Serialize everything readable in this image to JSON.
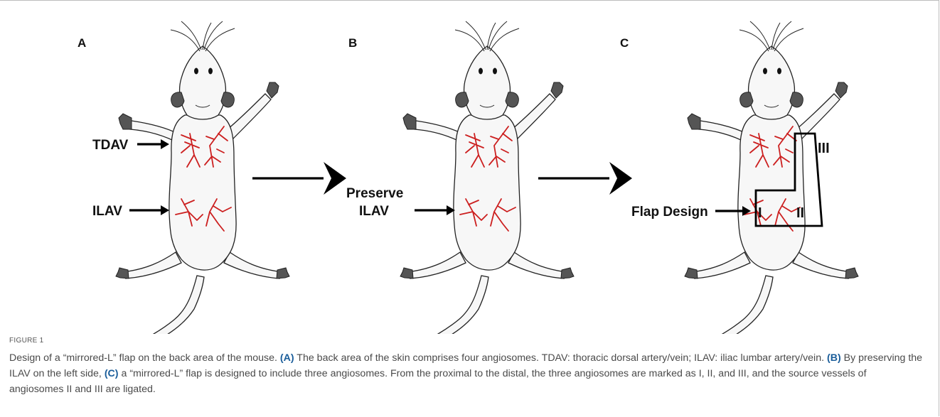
{
  "panels": [
    {
      "letter": "A",
      "labels": [
        "TDAV",
        "ILAV"
      ]
    },
    {
      "letter": "B",
      "labels": [
        "Preserve",
        "ILAV"
      ]
    },
    {
      "letter": "C",
      "labels": [
        "Flap Design"
      ],
      "roman": [
        "I",
        "II",
        "III"
      ]
    }
  ],
  "caption": {
    "label": "FIGURE 1",
    "intro": "Design of a “mirrored-L” flap on the back area of the mouse.",
    "a_tag": "(A)",
    "a_text": "The back area of the skin comprises four angiosomes. TDAV: thoracic dorsal artery/vein; ILAV: iliac lumbar artery/vein.",
    "b_tag": "(B)",
    "b_text": "By preserving the ILAV on the left side,",
    "c_tag": "(C)",
    "c_text": "a “mirrored-L” flap is designed to include three angiosomes. From the proximal to the distal, the three angiosomes are marked as I, II, and III, and the source vessels of angiosomes II and III are ligated."
  },
  "colors": {
    "vessel": "#cc1f1f",
    "caption_tag": "#1a5d9a"
  }
}
